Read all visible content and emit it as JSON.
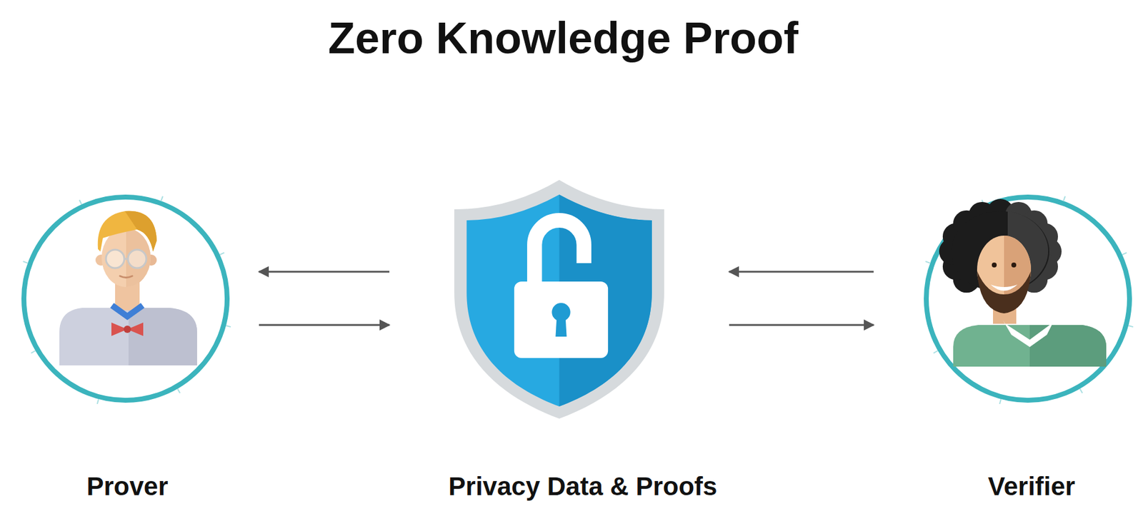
{
  "diagram": {
    "title": "Zero Knowledge Proof",
    "nodes": [
      {
        "text": [
          "Prover"
        ]
      },
      {
        "text": [
          "Privacy Data & Proofs"
        ]
      },
      {
        "text": [
          "Verifier"
        ]
      }
    ],
    "edges": [
      {
        "from": 1,
        "to": 0,
        "arrow": "to"
      },
      {
        "from": 0,
        "to": 1,
        "arrow": "to"
      },
      {
        "from": 2,
        "to": 1,
        "arrow": "to"
      },
      {
        "from": 1,
        "to": 2,
        "arrow": "to"
      }
    ]
  }
}
